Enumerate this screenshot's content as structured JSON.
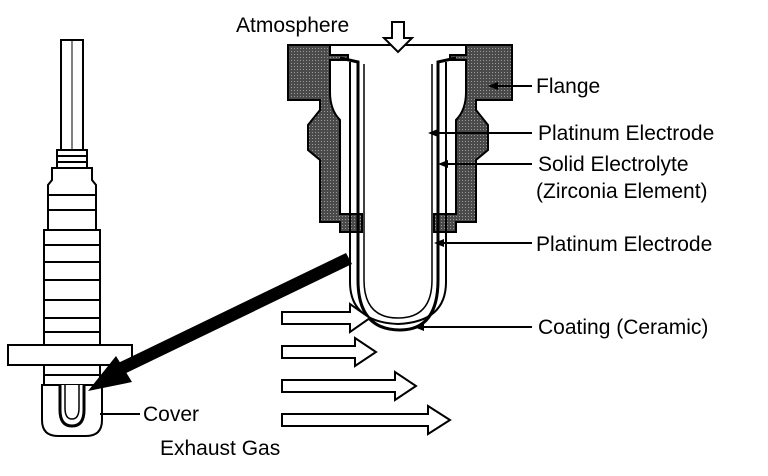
{
  "labels": {
    "atmosphere": "Atmosphere",
    "flange": "Flange",
    "platinum_electrode_inner": "Platinum Electrode",
    "solid_electrolyte": "Solid Electrolyte",
    "zirconia_element": "(Zirconia Element)",
    "platinum_electrode_outer": "Platinum Electrode",
    "coating": "Coating (Ceramic)",
    "cover": "Cover",
    "exhaust_gas": "Exhaust Gas"
  },
  "colors": {
    "ink": "#000000",
    "paper": "#ffffff",
    "hatch": "#5a5a5a"
  }
}
